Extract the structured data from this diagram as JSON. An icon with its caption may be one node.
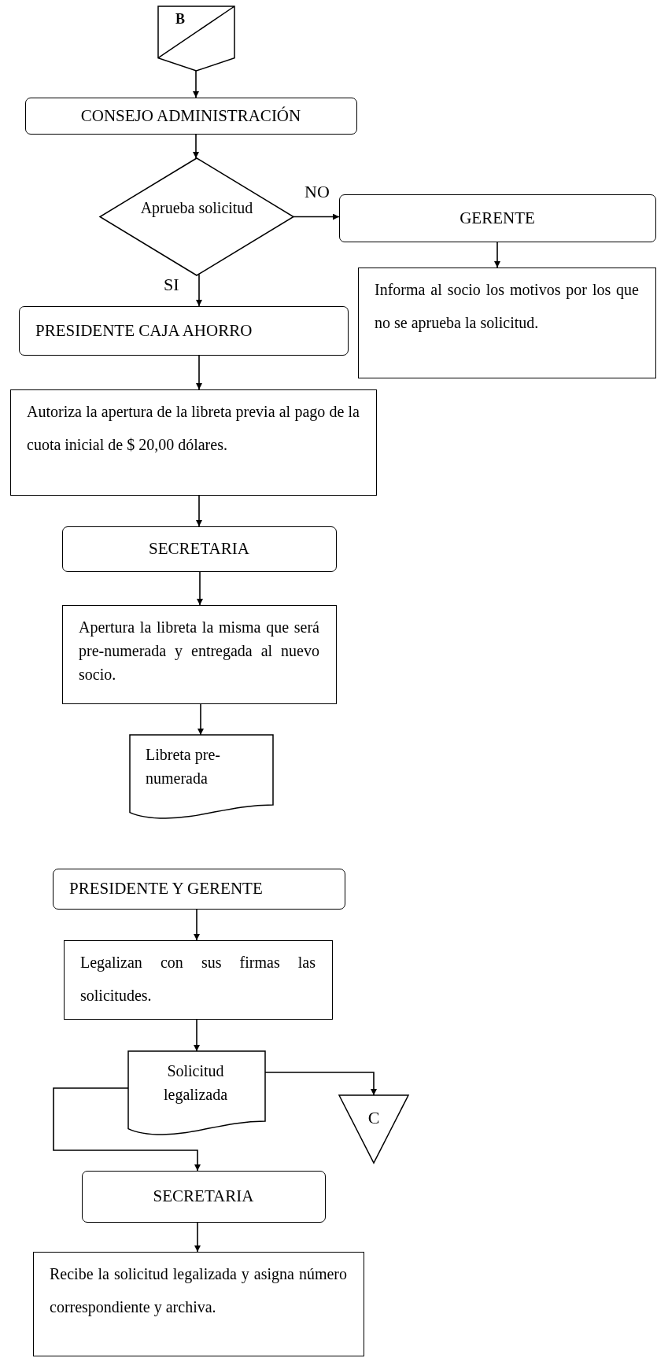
{
  "diagram": {
    "nodes": [
      {
        "text": [
          "B"
        ]
      },
      {
        "text": [
          "CONSEJO ADMINISTRACIÓN"
        ]
      },
      {
        "text": [
          "Aprueba solicitud"
        ]
      },
      {
        "text": [
          "GERENTE"
        ]
      },
      {
        "text": [
          "Informa al socio los motivos por los que no se aprueba la solicitud."
        ]
      },
      {
        "text": [
          "PRESIDENTE CAJA AHORRO"
        ]
      },
      {
        "text": [
          "Autoriza la apertura de la libreta previa al pago de la cuota inicial de $ 20,00 dólares."
        ]
      },
      {
        "text": [
          "SECRETARIA"
        ]
      },
      {
        "text": [
          "Apertura la libreta la misma que será pre-numerada y entregada al nuevo socio."
        ]
      },
      {
        "text": [
          "Libreta pre-numerada"
        ]
      },
      {
        "text": [
          "PRESIDENTE Y GERENTE"
        ]
      },
      {
        "text": [
          "Legalizan con sus firmas las solicitudes."
        ]
      },
      {
        "text": [
          "Solicitud legalizada"
        ]
      },
      {
        "text": [
          "C"
        ]
      },
      {
        "text": [
          "SECRETARIA"
        ]
      },
      {
        "text": [
          "Recibe la solicitud legalizada y asigna número correspondiente y archiva."
        ]
      }
    ],
    "edges": [
      {
        "from": 0,
        "to": 1,
        "arrow": "to"
      },
      {
        "from": 1,
        "to": 2,
        "arrow": "to"
      },
      {
        "from": 2,
        "to": 3,
        "arrow": "to",
        "label": "NO"
      },
      {
        "from": 3,
        "to": 4,
        "arrow": "to"
      },
      {
        "from": 2,
        "to": 5,
        "arrow": "to",
        "label": "SI"
      },
      {
        "from": 5,
        "to": 6,
        "arrow": "to"
      },
      {
        "from": 6,
        "to": 7,
        "arrow": "to"
      },
      {
        "from": 7,
        "to": 8,
        "arrow": "to"
      },
      {
        "from": 8,
        "to": 9,
        "arrow": "to"
      },
      {
        "from": 10,
        "to": 11,
        "arrow": "to"
      },
      {
        "from": 11,
        "to": 12,
        "arrow": "to"
      },
      {
        "from": 12,
        "to": 13,
        "arrow": "to"
      },
      {
        "from": 12,
        "to": 14,
        "arrow": "to"
      },
      {
        "from": 14,
        "to": 15,
        "arrow": "to"
      }
    ]
  }
}
